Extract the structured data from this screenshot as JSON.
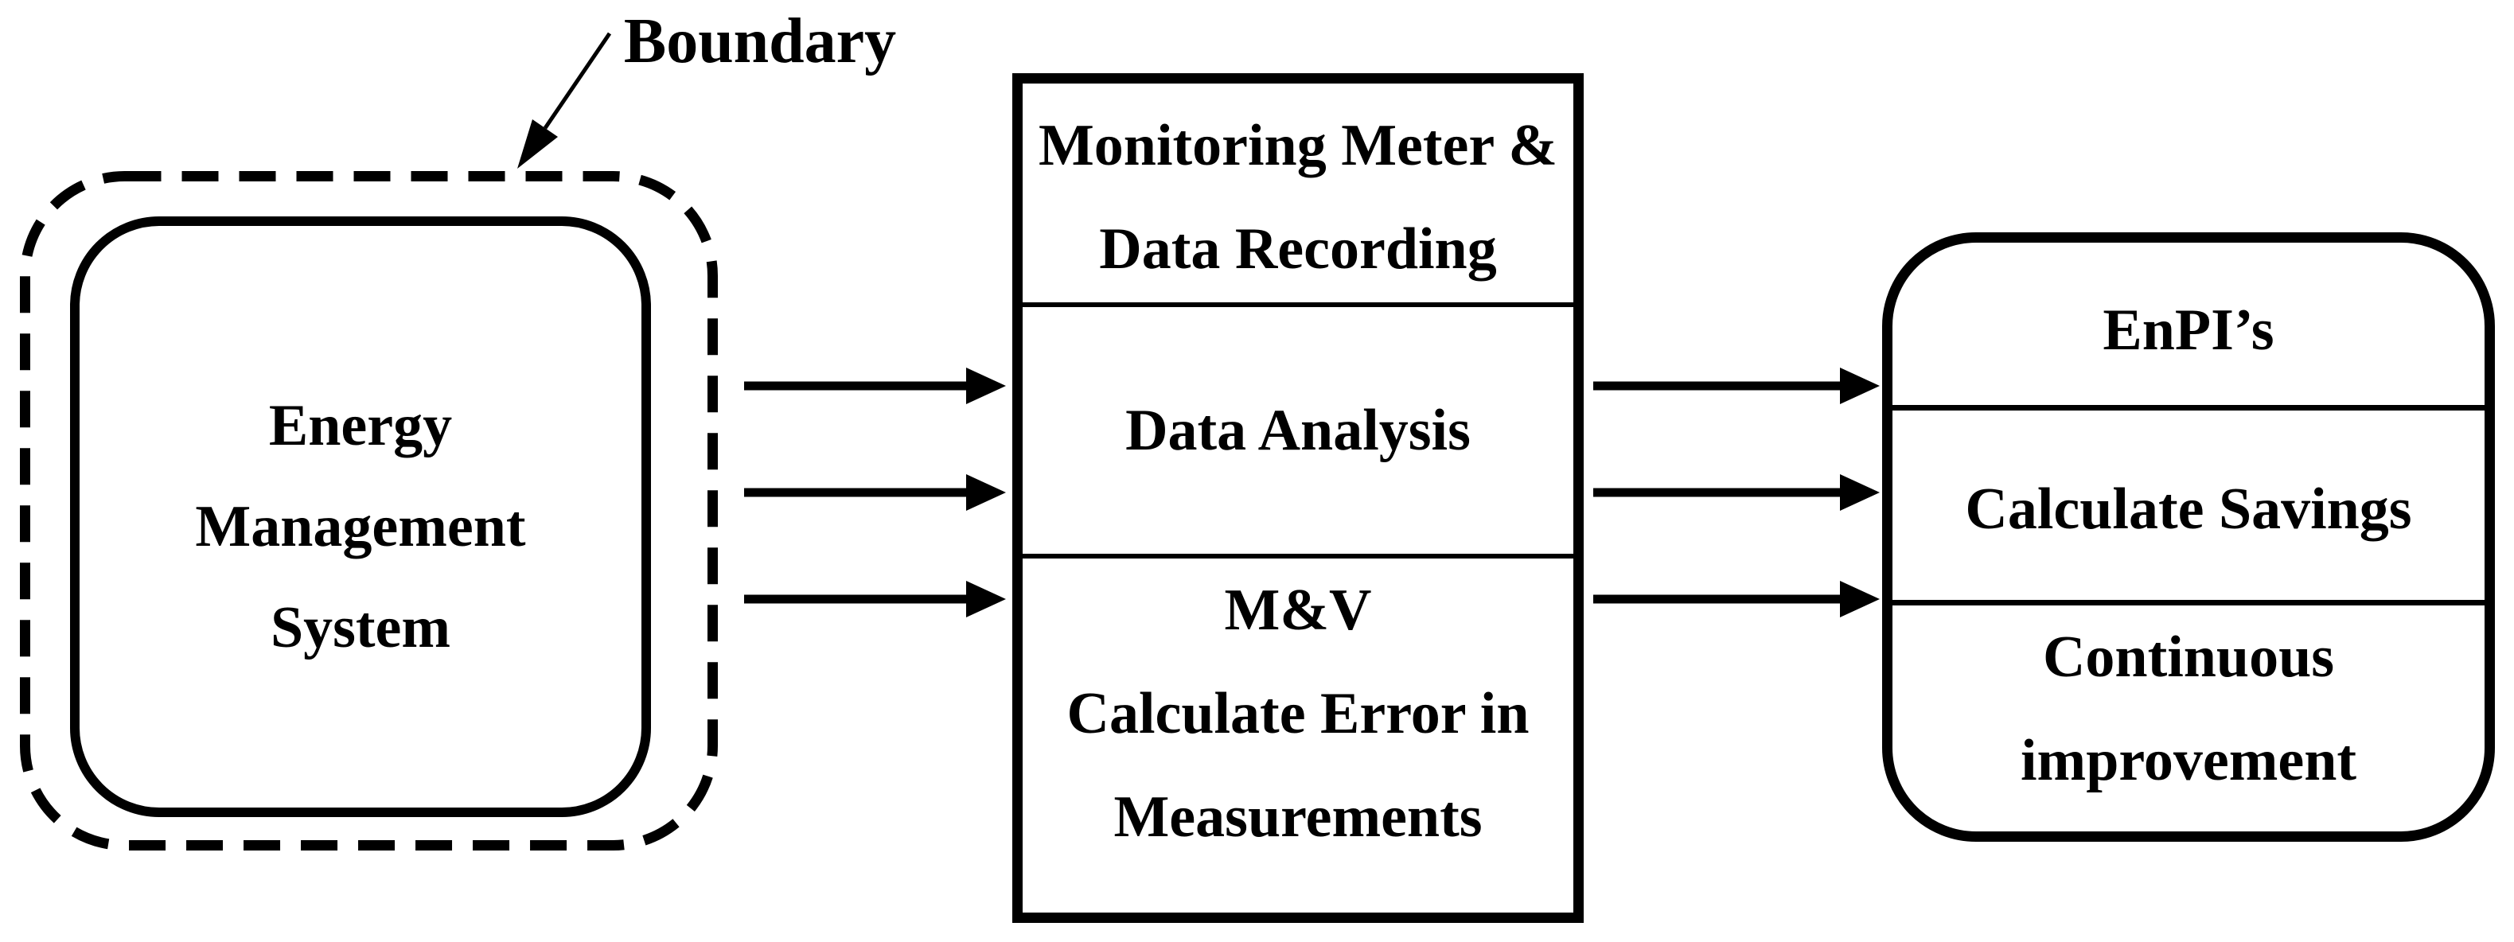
{
  "diagram": {
    "title_annotation": {
      "label": "Boundary"
    },
    "ems_box": {
      "lines": [
        "Energy",
        "Management",
        "System"
      ]
    },
    "monitoring_box": {
      "sections": [
        {
          "lines": [
            "Monitoring Meter &",
            "Data Recording"
          ]
        },
        {
          "lines": [
            "Data Analysis"
          ]
        },
        {
          "lines": [
            "M&V",
            "Calculate Error in",
            "Measurements"
          ]
        }
      ]
    },
    "results_box": {
      "sections": [
        {
          "lines": [
            "EnPI’s"
          ]
        },
        {
          "lines": [
            "Calculate Savings"
          ]
        },
        {
          "lines": [
            "Continuous",
            "improvement"
          ]
        }
      ]
    },
    "colors": {
      "ink": "#000000",
      "background": "#ffffff"
    }
  }
}
